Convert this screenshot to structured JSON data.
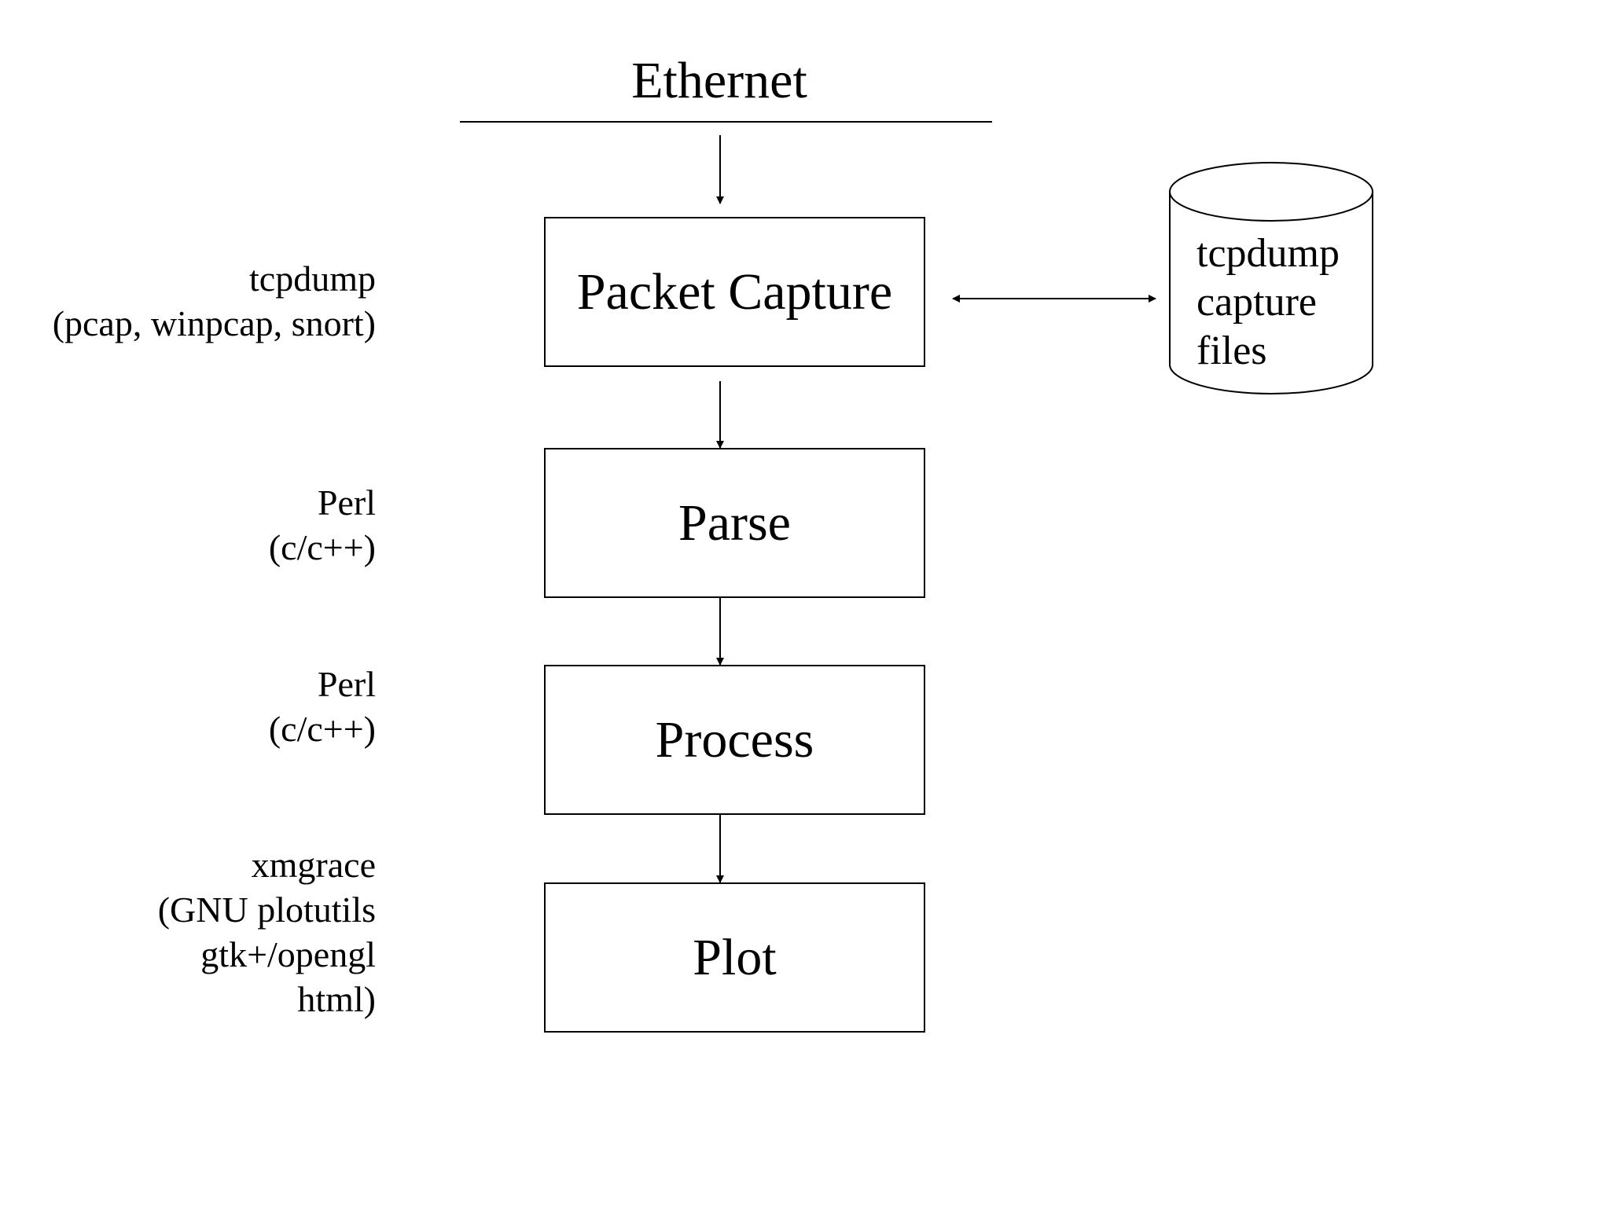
{
  "title": "Ethernet",
  "steps": [
    {
      "label": "Packet Capture",
      "tools": [
        "tcpdump",
        "(pcap, winpcap, snort)"
      ]
    },
    {
      "label": "Parse",
      "tools": [
        "Perl",
        "(c/c++)"
      ]
    },
    {
      "label": "Process",
      "tools": [
        "Perl",
        "(c/c++)"
      ]
    },
    {
      "label": "Plot",
      "tools": [
        "xmgrace",
        "(GNU plotutils",
        "gtk+/opengl",
        "html)"
      ]
    }
  ],
  "storage": {
    "lines": [
      "tcpdump",
      "capture",
      "files"
    ]
  }
}
